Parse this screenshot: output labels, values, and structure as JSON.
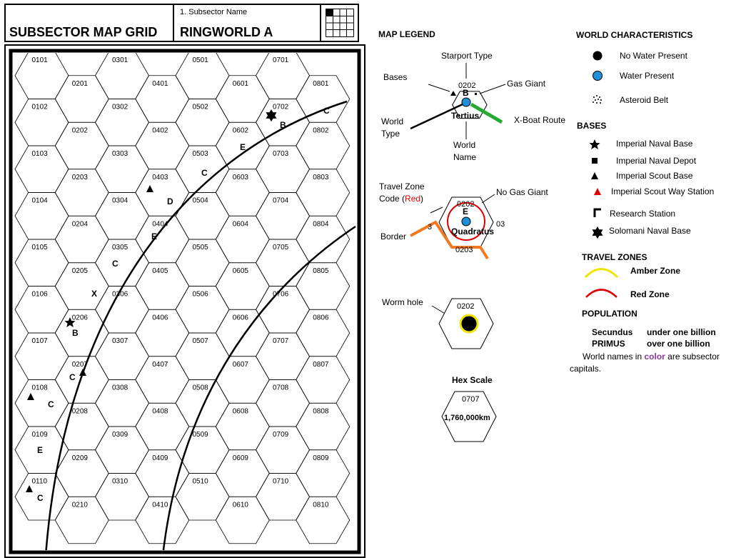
{
  "header": {
    "title": "SUBSECTOR MAP GRID",
    "subsector_label": "1. Subsector Name",
    "subsector_name": "RINGWORLD A"
  },
  "map": {
    "hex_labels": {
      "col1": [
        "0101",
        "0102",
        "0103",
        "0104",
        "0105",
        "0106",
        "0107",
        "0108",
        "0109",
        "0110"
      ],
      "col2": [
        "0201",
        "0202",
        "0203",
        "0204",
        "0205",
        "0206",
        "0207",
        "0208",
        "0209",
        "0210"
      ],
      "col3": [
        "0301",
        "0302",
        "0303",
        "0304",
        "0305",
        "0306",
        "0307",
        "0308",
        "0309",
        "0310"
      ],
      "col4": [
        "0401",
        "0402",
        "0403",
        "0404",
        "0405",
        "0406",
        "0407",
        "0408",
        "0409",
        "0410"
      ],
      "col5": [
        "0501",
        "0502",
        "0503",
        "0504",
        "0505",
        "0506",
        "0507",
        "0508",
        "0509",
        "0510"
      ],
      "col6": [
        "0601",
        "0602",
        "0603",
        "0604",
        "0605",
        "0606",
        "0607",
        "0608",
        "0609",
        "0610"
      ],
      "col7": [
        "0701",
        "0702",
        "0703",
        "0704",
        "0705",
        "0706",
        "0707",
        "0708",
        "0709",
        "0710"
      ],
      "col8": [
        "0801",
        "0802",
        "0803",
        "0804",
        "0805",
        "0806",
        "0807",
        "0808",
        "0809",
        "0810"
      ]
    },
    "zone_letters": [
      "C",
      "B",
      "E",
      "C",
      "D",
      "E",
      "C",
      "X",
      "B",
      "C",
      "C",
      "E",
      "C"
    ]
  },
  "legend": {
    "map_legend_title": "MAP LEGEND",
    "starport_type": "Starport Type",
    "bases": "Bases",
    "gas_giant": "Gas Giant",
    "world_type": "World Type",
    "xboat_route": "X-Boat Route",
    "world_name_label": "World Name",
    "sample_hex_number": "0202",
    "sample_starport": "B",
    "sample_world": "Tertius",
    "travel_zone_code": "Travel Zone",
    "code_word": "Code (",
    "red_word": "Red",
    "close_paren": ")",
    "no_gas_giant": "No Gas Giant",
    "border": "Border",
    "sample2_hex_number": "0202",
    "sample2_hex_bottom": "0203",
    "sample2_starport": "E",
    "sample2_world": "Quadratus",
    "side_left": "3",
    "side_right": "03",
    "worm_hole": "Worm hole",
    "worm_hex_number": "0202",
    "hex_scale_title": "Hex Scale",
    "scale_hex_number": "0707",
    "scale_value": "1,760,000km"
  },
  "world_characteristics": {
    "title": "WORLD CHARACTERISTICS",
    "no_water": "No Water Present",
    "water": "Water Present",
    "asteroid": "Asteroid Belt"
  },
  "bases": {
    "title": "BASES",
    "naval_base": "Imperial Naval Base",
    "naval_depot": "Imperial Naval Depot",
    "scout_base": "Imperial Scout Base",
    "scout_way": "Imperial Scout Way Station",
    "research": "Research Station",
    "solomani": "Solomani Naval Base"
  },
  "travel_zones": {
    "title": "TRAVEL ZONES",
    "amber": "Amber Zone",
    "red": "Red Zone"
  },
  "population": {
    "title": "POPULATION",
    "secundus": "Secundus",
    "secundus_desc": "under one billion",
    "primus": "PRIMUS",
    "primus_desc": "over one billion",
    "note_prefix": "World names in ",
    "note_color": "color",
    "note_suffix": " are subsector",
    "note_line2": "capitals."
  },
  "colors": {
    "water_blue": "#1e90d8",
    "xboat_green": "#22aa33",
    "border_orange": "#f07a22",
    "red_zone": "#dd0000",
    "amber_zone": "#f2e600",
    "capital_purple": "#8a3a9e"
  }
}
